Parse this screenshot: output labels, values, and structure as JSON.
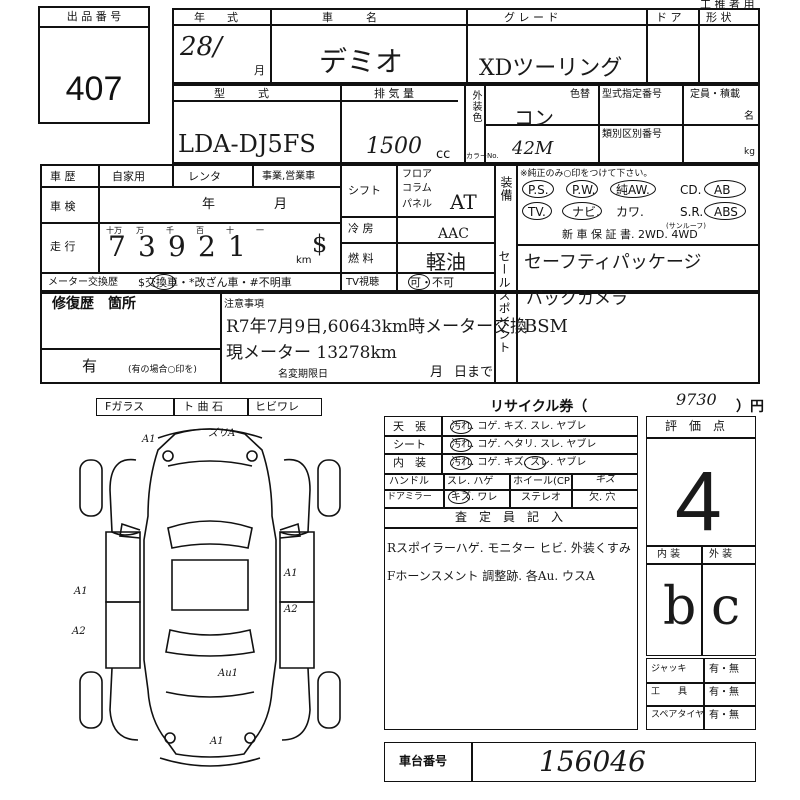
{
  "header": {
    "lot_label": "出 品 番 号",
    "lot_value": "407",
    "top_right": "工 推 者 用",
    "col_year": "年　　式",
    "col_car": "車　　　名",
    "col_grade": "グ レ ー ド",
    "col_door": "ド ア",
    "col_shape": "形 状",
    "year_value": "28/",
    "month_unit": "月",
    "car_name": "デミオ",
    "grade_value": "XDツーリング"
  },
  "spec": {
    "model_label": "型　　　式",
    "model_value": "LDA-DJ5FS",
    "displacement_label": "排 気 量",
    "displacement_value": "1500",
    "cc_unit": "cc",
    "exterior_label": "外装色",
    "color_no_label": "カラーNo.",
    "color_label": "色替",
    "color_value": "コン",
    "color_no_value": "42M",
    "type_cert_label": "型式指定番号",
    "category_label": "類別区別番号",
    "capacity_label": "定員・積載",
    "person_unit": "名",
    "kg_unit": "kg"
  },
  "history": {
    "history_label": "車 歴",
    "private_label": "自家用",
    "rental_label": "レンタ",
    "business_label": "事業,営業車",
    "inspection_label": "車 検",
    "year_unit": "年",
    "month_unit": "月",
    "mileage_label": "走 行",
    "digit_labels": [
      "十万",
      "万",
      "千",
      "百",
      "十",
      "一"
    ],
    "mileage_digits": [
      "7",
      "3",
      "9",
      "2",
      "1"
    ],
    "km_unit": "km",
    "meter_label": "メーター交換歴",
    "meter_options": "$交換車・*改ざん車・#不明車",
    "shift_label": "シフト",
    "shift_options": [
      "フロア",
      "コラム",
      "パネル"
    ],
    "shift_value": "AT",
    "ac_label": "冷 房",
    "ac_value": "AAC",
    "fuel_label": "燃 料",
    "fuel_value": "軽油",
    "tv_label": "TV視聴",
    "tv_options": "可・不可"
  },
  "equipment": {
    "vertical_label": "装備",
    "note": "※純正のみ○印をつけて下さい。",
    "row1": [
      "P.S.",
      "P.W.",
      "純AW.",
      "CD.",
      "AB"
    ],
    "row2": [
      "TV.",
      "ナビ.",
      "カワ.",
      "S.R.",
      "ABS"
    ],
    "sunroof_note": "(サンルーフ)",
    "row3": "新 車 保 証 書.  2WD.  4WD",
    "sales_label": "セールスポイント",
    "sales_points": [
      "セーフティパッケージ",
      "バックカメラ",
      "BSM"
    ]
  },
  "repair": {
    "label": "修復歴　箇所",
    "value": "有",
    "note": "(有の場合○印を)",
    "caution_label": "注意事項",
    "caution_line1": "R7年7月9日,60643km時メーター交換",
    "caution_line2": "現メーター 13278km",
    "deadline_label": "名変期限日",
    "deadline_month": "月",
    "deadline_day": "日まで"
  },
  "glass": {
    "items": [
      "Fガラス",
      "ト 曲 石",
      "ヒビワレ"
    ]
  },
  "recycle": {
    "label": "リサイクル券（",
    "value": "9730",
    "unit": "）円"
  },
  "condition": {
    "rows": [
      {
        "label": "天　張",
        "options": "汚れ. コゲ. キズ. スレ. ヤブレ"
      },
      {
        "label": "シート",
        "options": "汚れ. コゲ. ヘタリ. スレ. ヤブレ"
      },
      {
        "label": "内　装",
        "options": "汚れ. コゲ. キズ. スレ. ヤブレ"
      }
    ],
    "handle_label": "ハンドル",
    "handle_options": "スレ. ハゲ",
    "wheel_label": "ホイール(CP)",
    "wheel_value": "キズ",
    "mirror_label": "ドアミラー",
    "mirror_options": "キズ. ワレ",
    "stereo_label": "ステレオ",
    "stereo_options": "欠. 穴"
  },
  "inspector": {
    "label": "査　定　員　記　入",
    "line1": "Rスポイラーハゲ. モニター ヒビ. 外装くすみ",
    "line2": "Fホーンスメント 調整跡. 各Au. ウスA"
  },
  "rating": {
    "label": "評　価　点",
    "score": "4",
    "interior_label": "内 装",
    "exterior_label": "外 装",
    "interior_grade": "b",
    "exterior_grade": "c"
  },
  "tools": {
    "rows": [
      {
        "label": "ジャッキ",
        "options": "有・無"
      },
      {
        "label": "工　　具",
        "options": "有・無"
      },
      {
        "label": "スペアタイヤ",
        "options": "有・無"
      }
    ]
  },
  "chassis": {
    "label": "車台番号",
    "value": "156046"
  },
  "diagram_marks": [
    "A1",
    "ズリA",
    "A1",
    "A1",
    "A2",
    "A2",
    "Au1",
    "A1"
  ]
}
